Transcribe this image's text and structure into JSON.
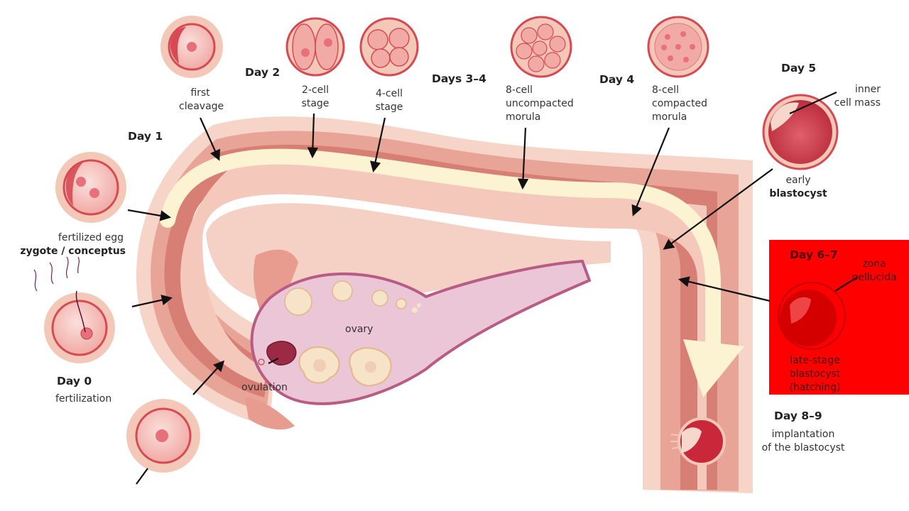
{
  "colors": {
    "uterus_outer": "#f6d5c8",
    "uterus_mid": "#e8a597",
    "uterus_band": "#d77f74",
    "uterus_cavity": "#f4c8bb",
    "path_yellow": "#fbf3d2",
    "ovary": "#ebc6d7",
    "ovary_edge": "#b85c85",
    "cell_ring": "#d64a53",
    "cell_fill": "#f6c3bf",
    "halo": "#f3c8b8",
    "highlight_red": "#ff0000",
    "arrow": "#111111"
  },
  "labels": {
    "day0": "Day 0",
    "fertilization": "fertilization",
    "day1": "Day 1",
    "fertilized_egg": "fertilized egg",
    "zygote": "zygote / conceptus",
    "first_cleavage_1": "first",
    "first_cleavage_2": "cleavage",
    "day2": "Day 2",
    "two_cell_1": "2-cell",
    "two_cell_2": "stage",
    "four_cell_1": "4-cell",
    "four_cell_2": "stage",
    "days34": "Days 3–4",
    "uncompacted_1": "8-cell",
    "uncompacted_2": "uncompacted",
    "uncompacted_3": "morula",
    "day4": "Day 4",
    "compacted_1": "8-cell",
    "compacted_2": "compacted",
    "compacted_3": "morula",
    "day5": "Day 5",
    "inner_1": "inner",
    "inner_2": "cell mass",
    "early": "early",
    "blastocyst": "blastocyst",
    "day67": "Day 6–7",
    "zona_1": "zona",
    "zona_2": "pellucida",
    "late_1": "late-stage",
    "late_2": "blastocyst",
    "late_3": "(hatching)",
    "day89": "Day 8–9",
    "implant_1": "implantation",
    "implant_2": "of the blastocyst",
    "ovary": "ovary",
    "ovulation": "ovulation"
  }
}
